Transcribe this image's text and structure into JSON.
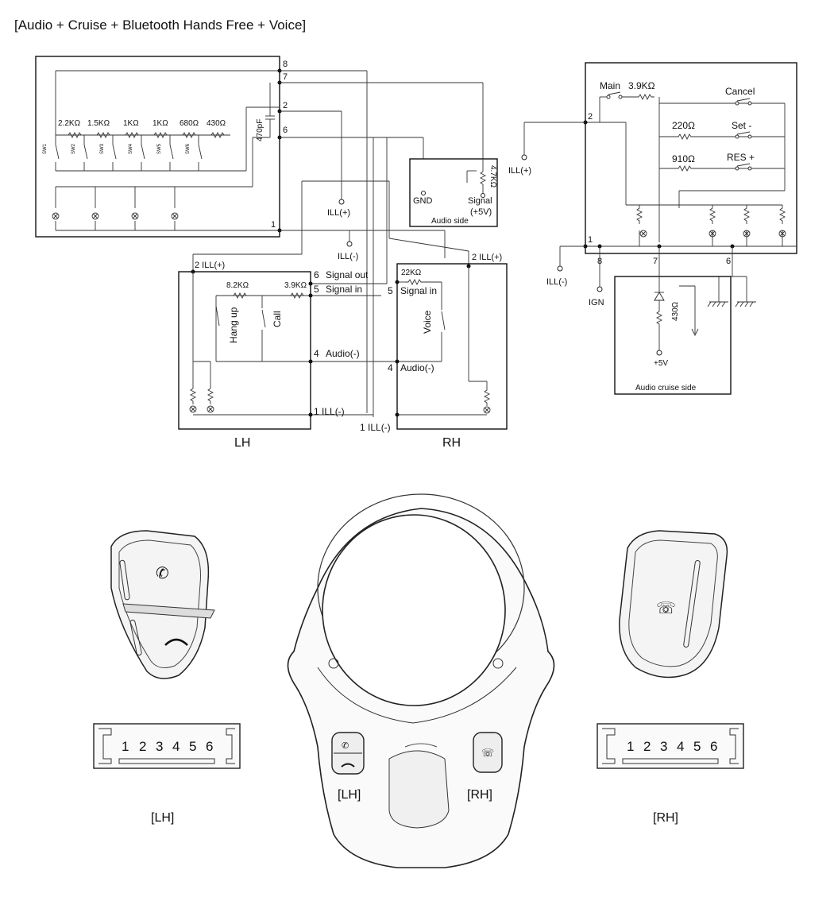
{
  "title": "[Audio + Cruise + Bluetooth Hands Free + Voice]",
  "left_module": {
    "pins": [
      "8",
      "7",
      "2",
      "6",
      "1"
    ],
    "resistors": [
      "2.2KΩ",
      "1.5KΩ",
      "1KΩ",
      "1KΩ",
      "680Ω",
      "430Ω"
    ],
    "capacitor": "470pF",
    "switch_labels": [
      "SW1",
      "SW2",
      "SW3",
      "SW4",
      "SW5",
      "SW6"
    ]
  },
  "audio_side": {
    "label": "Audio side",
    "gnd": "GND",
    "resistor": "4.7KΩ",
    "signal_line1": "Signal",
    "signal_line2": "(+5V)"
  },
  "mid_labels": {
    "ill_plus": "ILL(+)",
    "ill_minus": "ILL(-)",
    "ill_minus_bottom": "1 ILL(-)"
  },
  "lh": {
    "name": "LH",
    "ill_plus": "2 ILL(+)",
    "r1": "8.2KΩ",
    "r2": "3.9KΩ",
    "hang_up": "Hang up",
    "call": "Call",
    "pin6": "6",
    "signal_out": "Signal out",
    "pin5": "5",
    "signal_in": "Signal in",
    "pin4": "4",
    "audio_minus": "Audio(-)",
    "ill_minus": "1 ILL(-)"
  },
  "rh": {
    "name": "RH",
    "ill_plus": "2 ILL(+)",
    "r1": "22KΩ",
    "pin5": "5",
    "signal_in": "Signal in",
    "voice": "Voice",
    "pin4": "4",
    "audio_minus": "Audio(-)"
  },
  "cruise": {
    "main": "Main",
    "main_r": "3.9KΩ",
    "cancel": "Cancel",
    "set": "Set -",
    "set_r": "220Ω",
    "res": "RES +",
    "res_r": "910Ω",
    "pin2": "2",
    "pin1": "1",
    "pin8": "8",
    "pin7": "7",
    "pin6": "6",
    "ill_plus": "ILL(+)",
    "ill_minus": "ILL(-)",
    "ign": "IGN",
    "box_label": "Audio cruise side",
    "r430": "430Ω",
    "v5": "+5V"
  },
  "bottom": {
    "lh_label": "[LH]",
    "rh_label": "[RH]",
    "wheel_lh_label": "[LH]",
    "wheel_rh_label": "[RH]",
    "connector_pins": [
      "1",
      "2",
      "3",
      "4",
      "5",
      "6"
    ]
  }
}
